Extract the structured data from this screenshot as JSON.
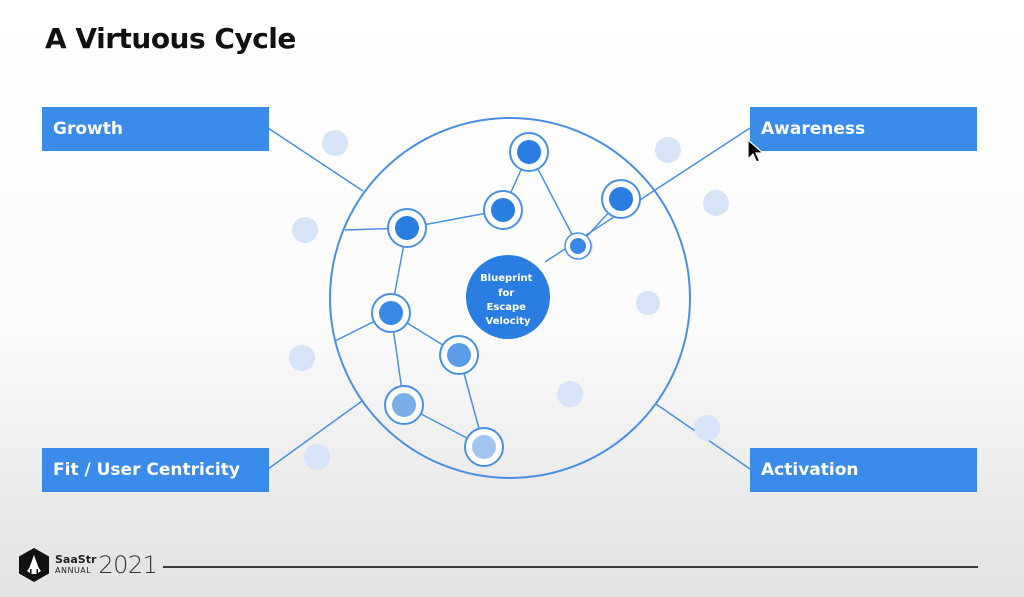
{
  "slide": {
    "title": "A Virtuous Cycle"
  },
  "labels": {
    "growth": "Growth",
    "awareness": "Awareness",
    "fit": "Fit / User Centricity",
    "activation": "Activation"
  },
  "center": {
    "lines": [
      "Blueprint",
      "for",
      "Escape",
      "Velocity"
    ]
  },
  "footer": {
    "brand": "SaaStr",
    "brand_sub": "ANNUAL",
    "year": "2021"
  },
  "colors": {
    "accent": "#3b8beb",
    "node": "#2a7de1",
    "line": "#4a90e2",
    "faded": "#d7e3f6"
  }
}
